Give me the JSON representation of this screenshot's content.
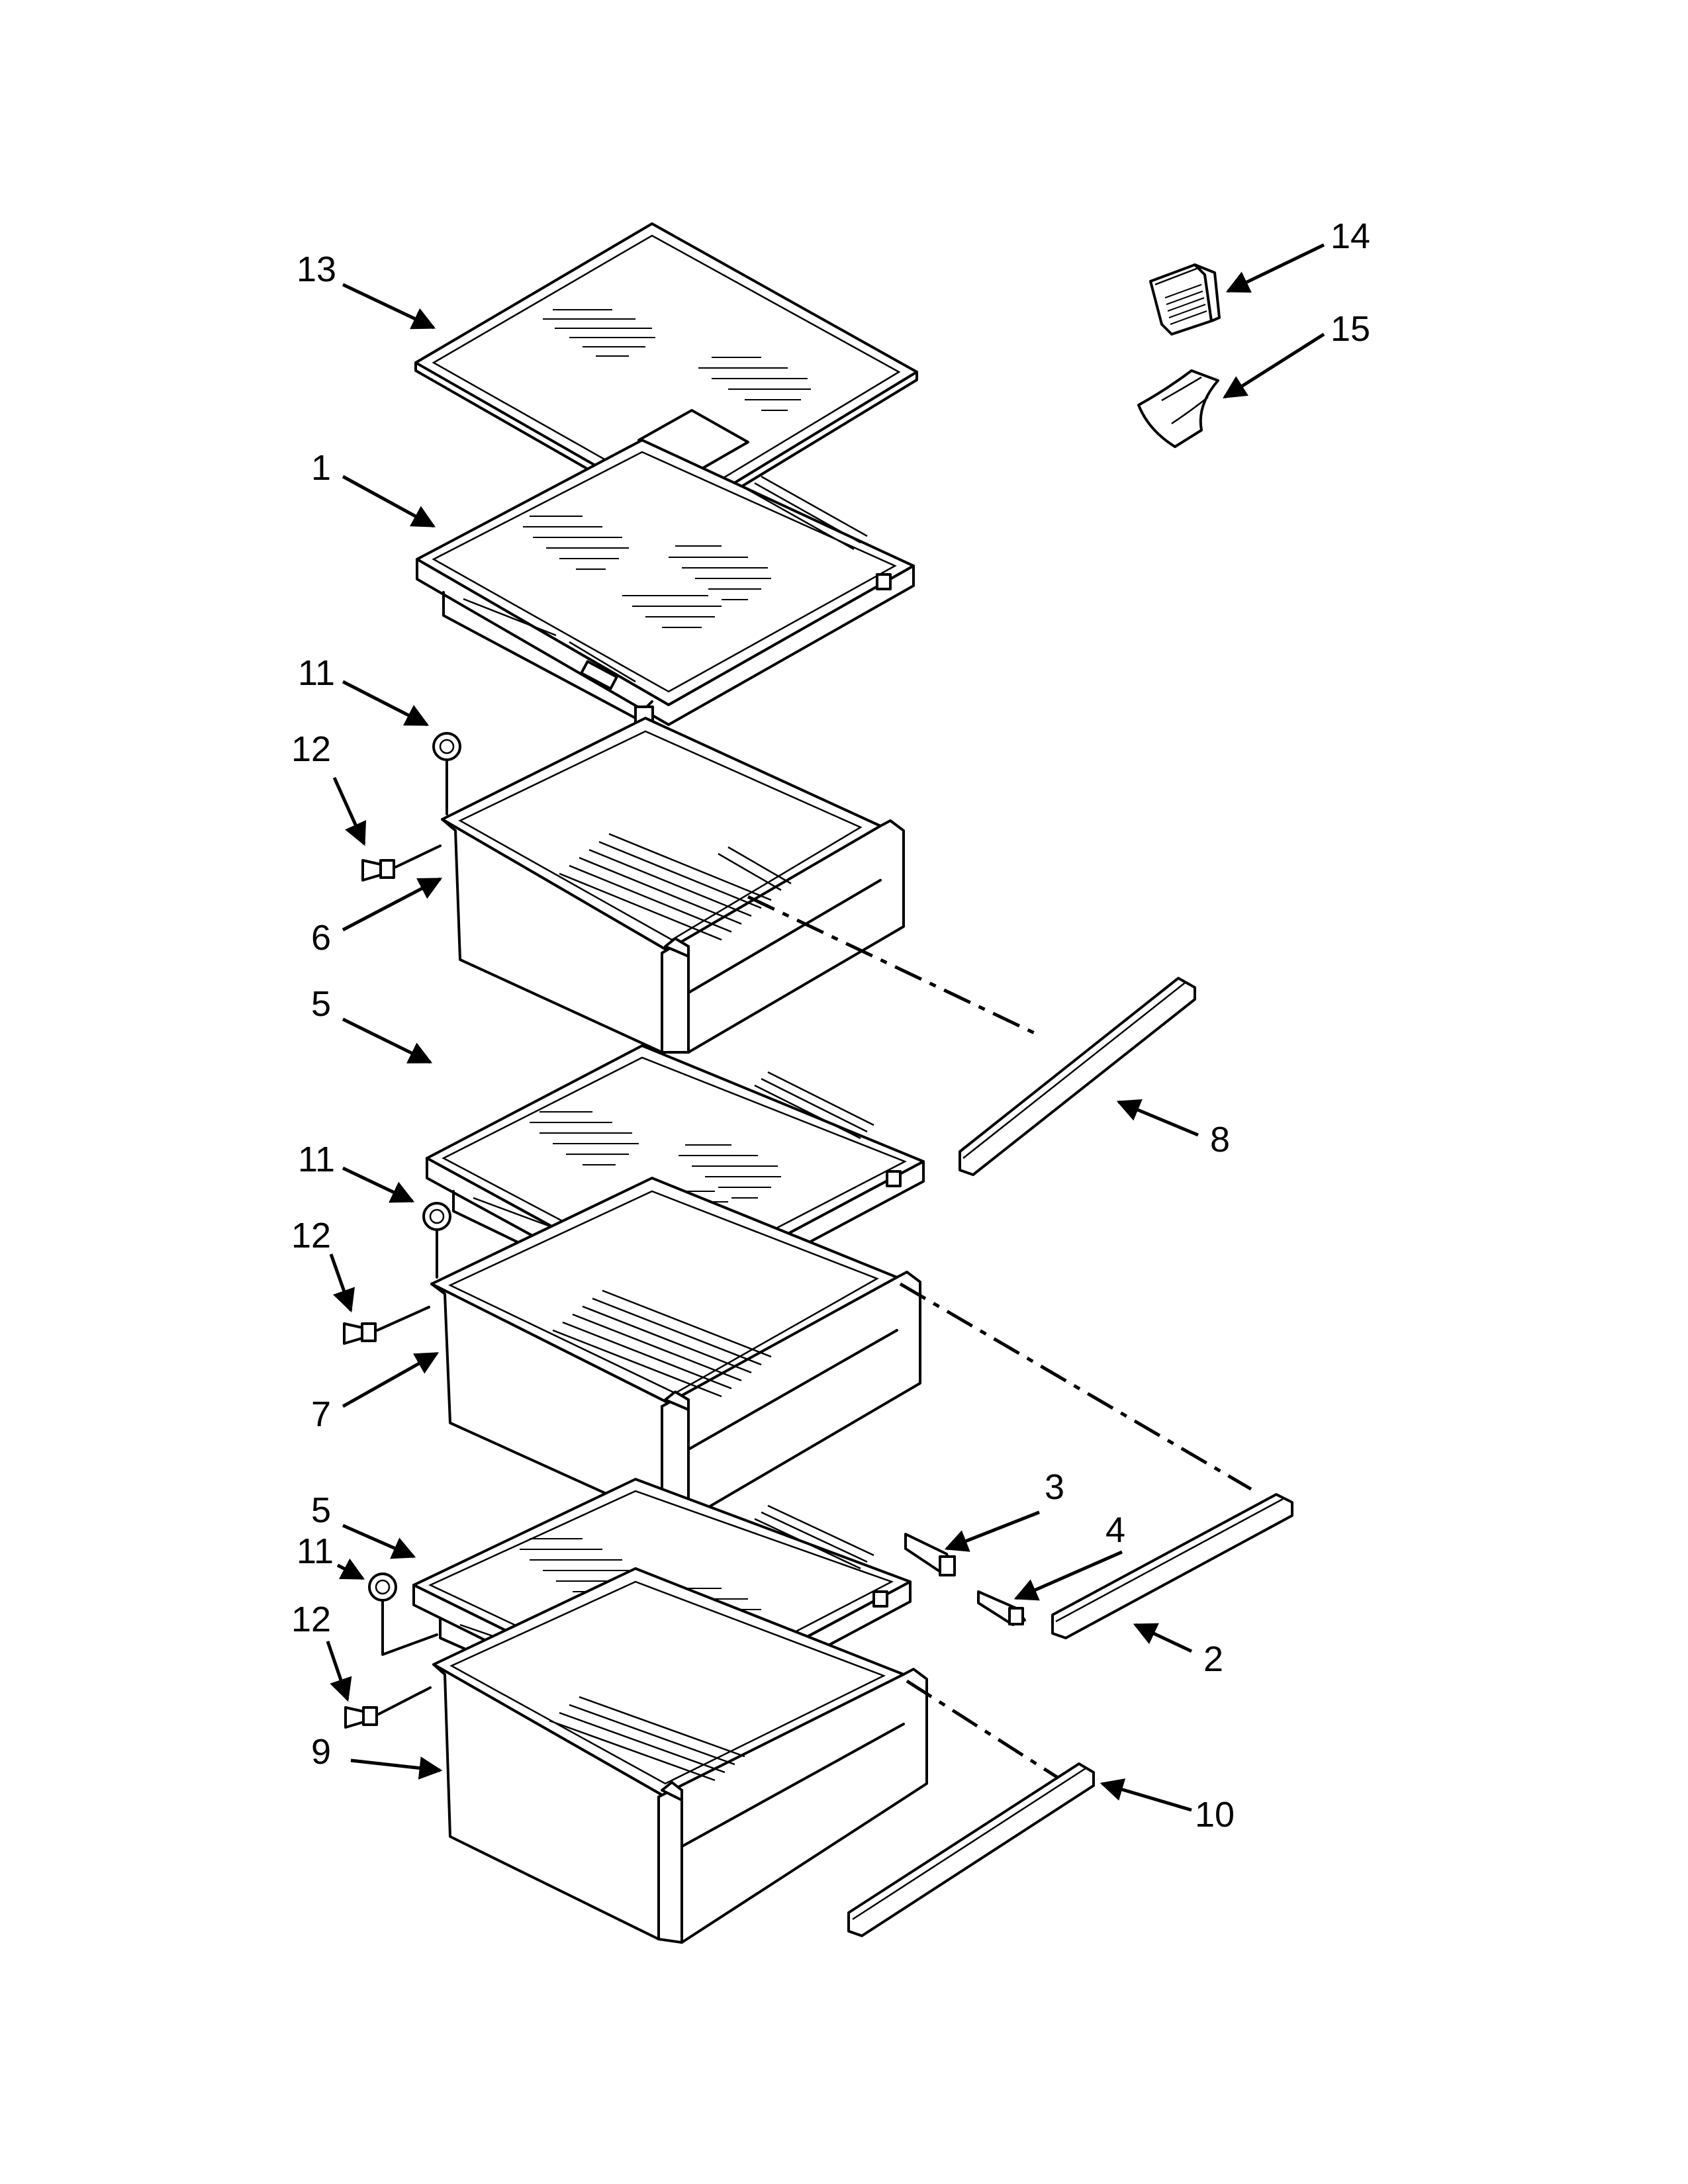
{
  "callouts": {
    "c1": "1",
    "c2": "2",
    "c3": "3",
    "c4": "4",
    "c5a": "5",
    "c5b": "5",
    "c6": "6",
    "c7": "7",
    "c8": "8",
    "c9": "9",
    "c10": "10",
    "c11a": "11",
    "c11b": "11",
    "c11c": "11",
    "c12a": "12",
    "c12b": "12",
    "c12c": "12",
    "c13": "13",
    "c14": "14",
    "c15": "15"
  }
}
